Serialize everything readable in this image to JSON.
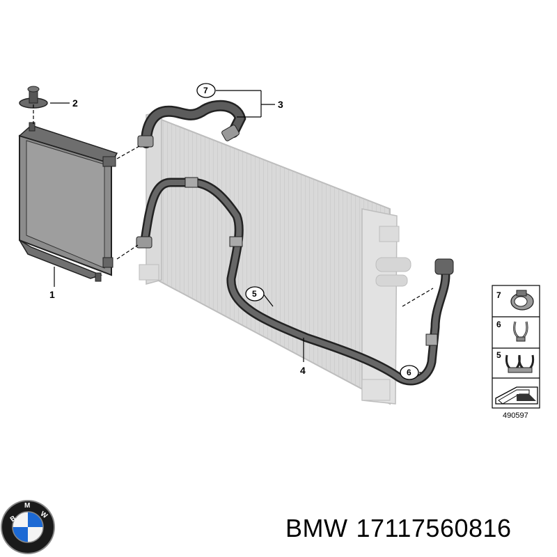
{
  "diagram": {
    "callouts": {
      "c1": "1",
      "c2": "2",
      "c3": "3",
      "c4": "4",
      "c5": "5",
      "c6": "6",
      "c7": "7"
    },
    "legend": {
      "items": [
        "7",
        "6",
        "5"
      ],
      "reference_number": "490597"
    }
  },
  "brand": {
    "name": "BMW",
    "part_number": "17117560816",
    "logo_text": "BMW",
    "colors": {
      "blue": "#1c69d4",
      "black": "#1a1a1a",
      "silver": "#c8c8c8"
    }
  }
}
